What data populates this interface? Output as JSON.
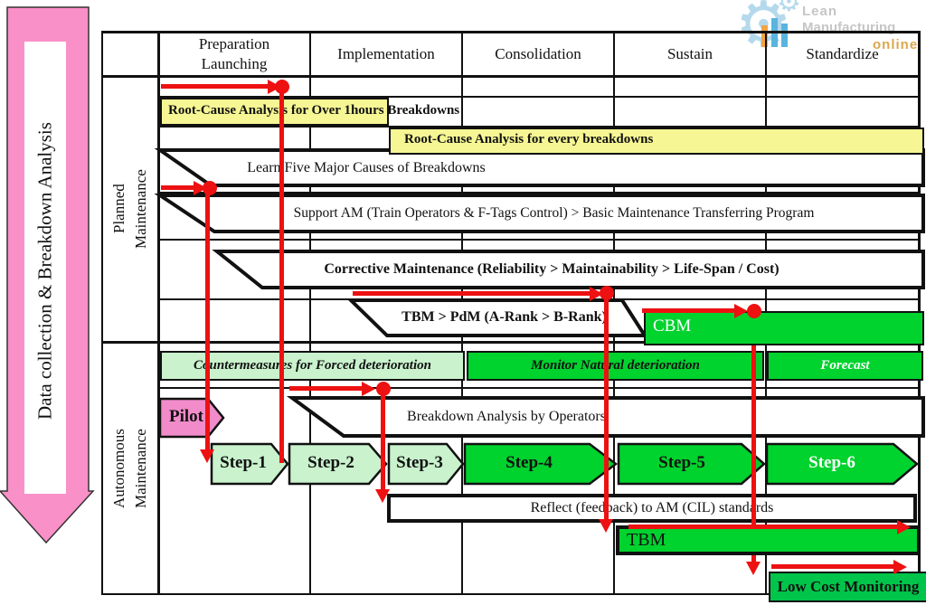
{
  "watermark": {
    "line1": "Lean",
    "line2": "Manufacturing",
    "line3": "online"
  },
  "side_arrow_label": "Data collection & Breakdown Analysis",
  "header": {
    "columns": [
      "Preparation\nLaunching",
      "Implementation",
      "Consolidation",
      "Sustain",
      "Standardize"
    ]
  },
  "row_groups": {
    "planned": "Planned\nMaintenance",
    "autonomous": "Autonomous\nMaintenance"
  },
  "planned": {
    "rootcause1": "Root-Cause Analysis for Over 1hours Breakdowns",
    "rootcause2": "Root-Cause Analysis for every breakdowns",
    "learn": "Learn Five Major Causes of Breakdowns",
    "support": "Support AM (Train Operators & F-Tags Control) > Basic Maintenance Transferring Program",
    "corrective": "Corrective Maintenance (Reliability > Maintainability > Life-Span / Cost)",
    "tbm_pdm": "TBM > PdM (A-Rank > B-Rank)",
    "cbm": "CBM"
  },
  "autonomous": {
    "countermeasures": "Countermeasures for Forced deterioration",
    "monitor": "Monitor Natural deterioration",
    "forecast": "Forecast",
    "pilot": "Pilot",
    "breakdown_analysis": "Breakdown Analysis by Operators",
    "steps": [
      "Step-1",
      "Step-2",
      "Step-3",
      "Step-4",
      "Step-5",
      "Step-6"
    ],
    "reflect": "Reflect (feedback) to AM (CIL) standards",
    "tbm": "TBM",
    "low_cost": "Low Cost Monitoring"
  },
  "colors": {
    "red": "#ed1111",
    "yellow": "#f6f694",
    "light_green": "#c9f2cd",
    "green": "#00d22e",
    "low_cost_green": "#00c54a",
    "pink": "#fa90c8"
  }
}
